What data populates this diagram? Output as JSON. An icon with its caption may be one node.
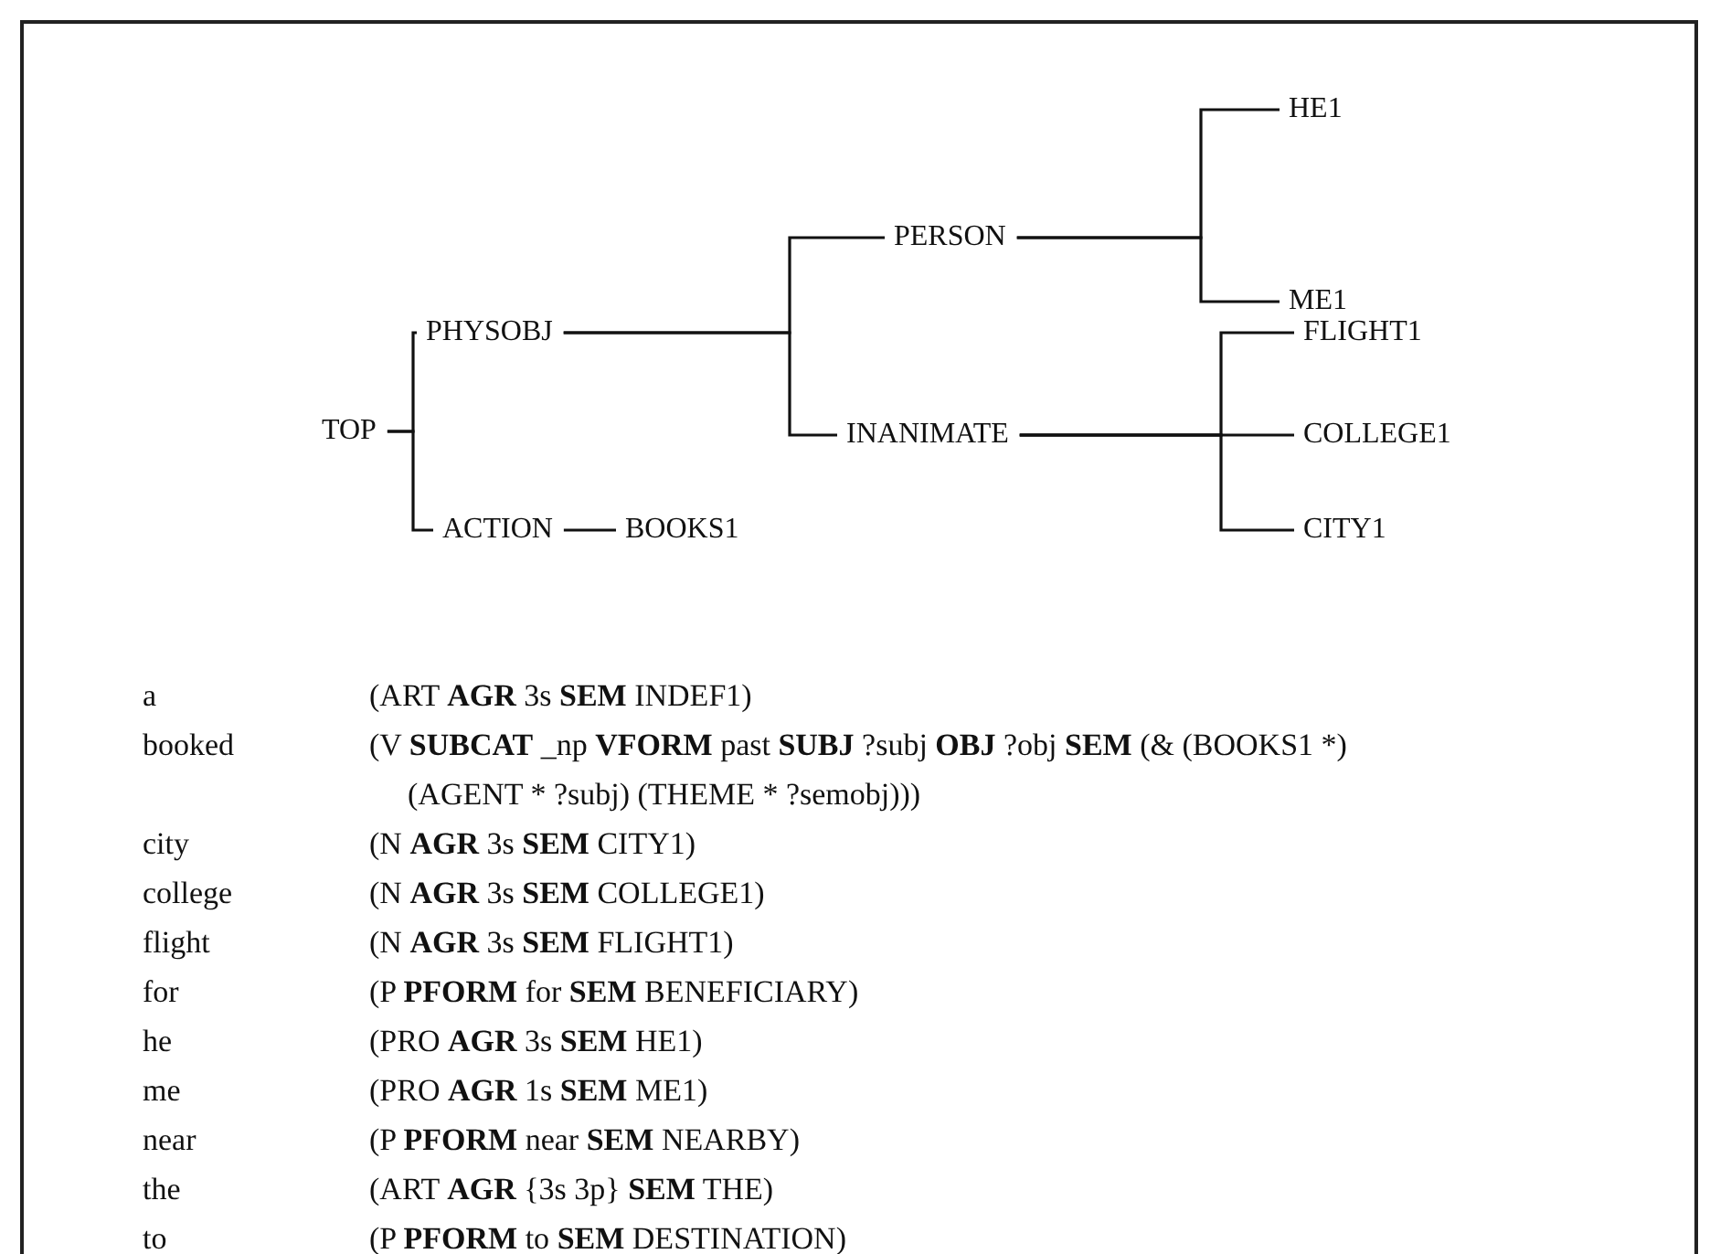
{
  "diagram": {
    "nodes": [
      {
        "text": [
          "TOP"
        ]
      },
      {
        "text": [
          "PHYSOBJ"
        ]
      },
      {
        "text": [
          "PERSON"
        ]
      },
      {
        "text": [
          "HE1"
        ]
      },
      {
        "text": [
          "ME1"
        ]
      },
      {
        "text": [
          "INANIMATE"
        ]
      },
      {
        "text": [
          "FLIGHT1"
        ]
      },
      {
        "text": [
          "COLLEGE1"
        ]
      },
      {
        "text": [
          "CITY1"
        ]
      },
      {
        "text": [
          "ACTION"
        ]
      },
      {
        "text": [
          "BOOKS1"
        ]
      }
    ],
    "edges": [
      {
        "from": 0,
        "to": 1,
        "arrow": "none"
      },
      {
        "from": 0,
        "to": 9,
        "arrow": "none"
      },
      {
        "from": 1,
        "to": 2,
        "arrow": "none"
      },
      {
        "from": 1,
        "to": 5,
        "arrow": "none"
      },
      {
        "from": 2,
        "to": 3,
        "arrow": "none"
      },
      {
        "from": 2,
        "to": 4,
        "arrow": "none"
      },
      {
        "from": 5,
        "to": 6,
        "arrow": "none"
      },
      {
        "from": 5,
        "to": 7,
        "arrow": "none"
      },
      {
        "from": 5,
        "to": 8,
        "arrow": "none"
      },
      {
        "from": 9,
        "to": 10,
        "arrow": "none"
      }
    ],
    "labels": [
      "a",
      "(ART **AGR** 3s **SEM** INDEF1)",
      "booked",
      "(V **SUBCAT** _np **VFORM** past **SUBJ** ?subj **OBJ** ?obj **SEM** (& (BOOKS1 *) (AGENT * ?subj) (THEME * ?semobj)))",
      "city",
      "(N **AGR** 3s **SEM** CITY1)",
      "college",
      "(N **AGR** 3s **SEM** COLLEGE1)",
      "flight",
      "(N **AGR** 3s **SEM** FLIGHT1)",
      "for",
      "(P **PFORM** for **SEM** BENEFICIARY)",
      "he",
      "(PRO **AGR** 3s **SEM** HE1)",
      "me",
      "(PRO **AGR** 1s **SEM** ME1)",
      "near",
      "(P **PFORM** near **SEM** NEARBY)",
      "the",
      "(ART **AGR** {3s 3p} **SEM** THE)",
      "to",
      "(P **PFORM** to **SEM** DESTINATION)"
    ]
  }
}
